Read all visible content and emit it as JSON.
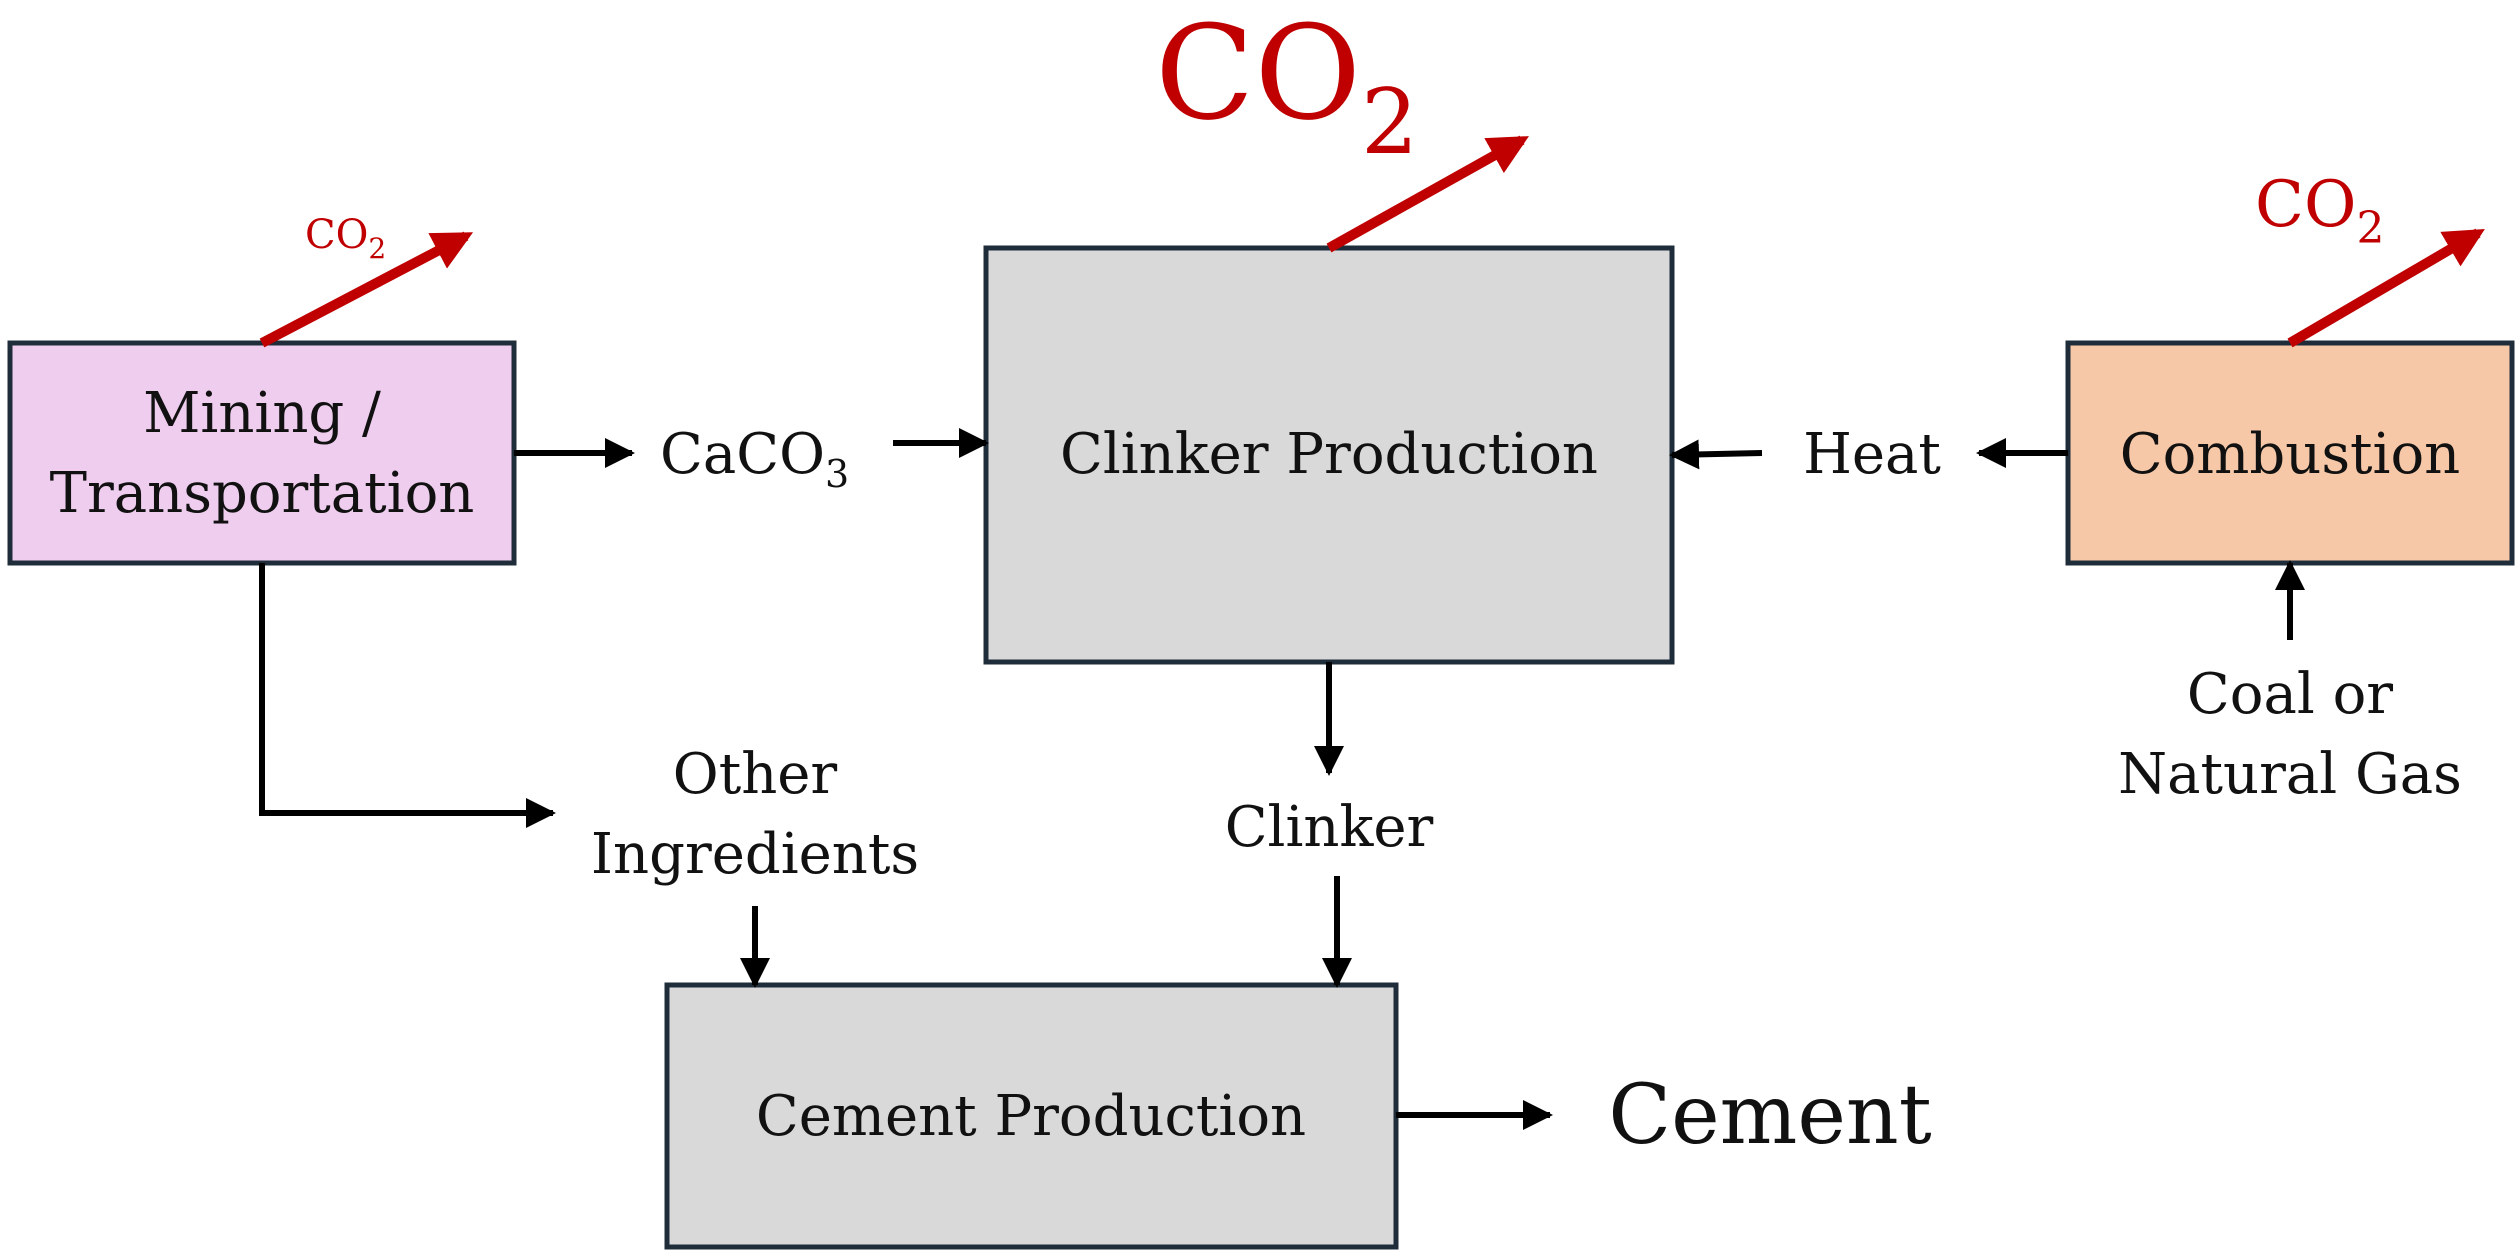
{
  "colors": {
    "box_border": "#1f2d3a",
    "mining_fill": "#efcdee",
    "process_fill": "#d9d9d9",
    "combustion_fill": "#f6c8a8",
    "co2_red": "#c00000",
    "arrow": "#000000",
    "text": "#111111"
  },
  "boxes": {
    "mining": {
      "line1": "Mining /",
      "line2": "Transportation"
    },
    "clinker_production": {
      "label": "Clinker Production"
    },
    "combustion": {
      "label": "Combustion"
    },
    "cement_production": {
      "label": "Cement Production"
    }
  },
  "flows": {
    "caco3": {
      "base": "CaCO",
      "sub": "3"
    },
    "heat": "Heat",
    "clinker": "Clinker",
    "other_ingredients": {
      "line1": "Other",
      "line2": "Ingredients"
    },
    "fuel": {
      "line1": "Coal or",
      "line2": "Natural Gas"
    },
    "cement": "Cement"
  },
  "emissions": {
    "base": "CO",
    "sub": "2"
  },
  "icons": [
    "co2-emission-arrow-icon",
    "flow-arrow-icon"
  ]
}
